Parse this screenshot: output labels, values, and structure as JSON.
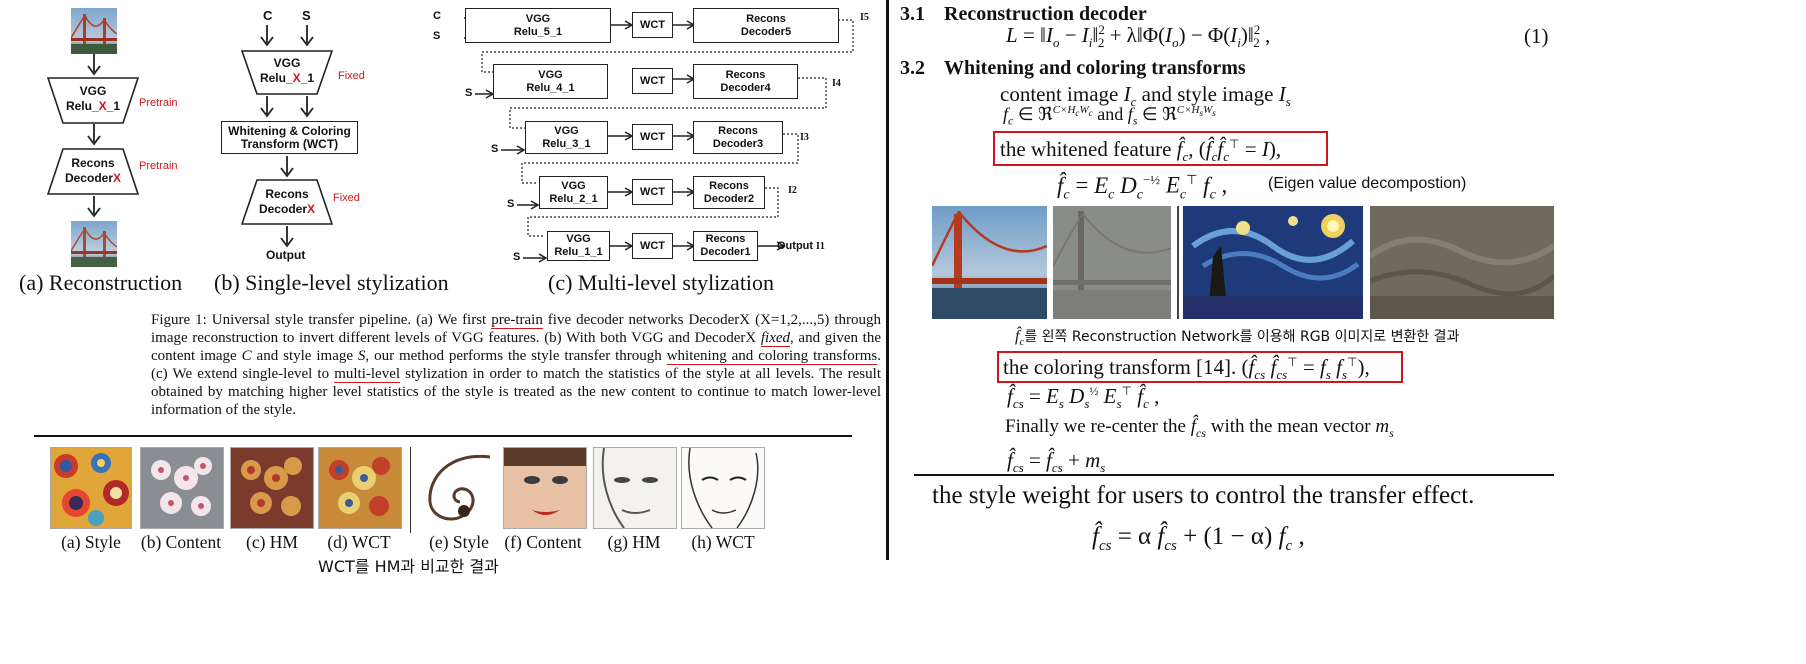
{
  "diagram_a": {
    "vgg_line1": "VGG",
    "vgg_prefix": "Relu_",
    "vgg_x": "X",
    "vgg_suffix": "_1",
    "pretrain1": "Pretrain",
    "recons_line1": "Recons",
    "recons_prefix": "Decoder",
    "recons_x": "X",
    "pretrain2": "Pretrain",
    "caption": "(a) Reconstruction"
  },
  "diagram_b": {
    "c_label": "C",
    "s_label": "S",
    "vgg_line1": "VGG",
    "vgg_prefix": "Relu_",
    "vgg_x": "X",
    "vgg_suffix": "_1",
    "fixed1": "Fixed",
    "wct_line1": "Whitening & Coloring",
    "wct_line2": "Transform (WCT)",
    "recons_line1": "Recons",
    "recons_prefix": "Decoder",
    "recons_x": "X",
    "fixed2": "Fixed",
    "output": "Output",
    "caption": "(b) Single-level stylization"
  },
  "diagram_c": {
    "c_label": "C",
    "s_label": "S",
    "rows": [
      {
        "vgg1": "VGG",
        "vgg2": "Relu_5_1",
        "wct": "WCT",
        "rec1": "Recons",
        "rec2": "Decoder5",
        "out": "I5"
      },
      {
        "vgg1": "VGG",
        "vgg2": "Relu_4_1",
        "wct": "WCT",
        "rec1": "Recons",
        "rec2": "Decoder4",
        "out": "I4"
      },
      {
        "vgg1": "VGG",
        "vgg2": "Relu_3_1",
        "wct": "WCT",
        "rec1": "Recons",
        "rec2": "Decoder3",
        "out": "I3"
      },
      {
        "vgg1": "VGG",
        "vgg2": "Relu_2_1",
        "wct": "WCT",
        "rec1": "Recons",
        "rec2": "Decoder2",
        "out": "I2"
      },
      {
        "vgg1": "VGG",
        "vgg2": "Relu_1_1",
        "wct": "WCT",
        "rec1": "Recons",
        "rec2": "Decoder1",
        "out": "I1"
      }
    ],
    "output": "Output",
    "caption": "(c) Multi-level stylization"
  },
  "figure_caption": {
    "p1": "Figure 1: Universal style transfer pipeline. (a) We first ",
    "u1": "pre-train",
    "p2": " five decoder networks DecoderX (X=1,2,...,5) through image reconstruction to invert different levels of VGG features. (b) With both VGG and DecoderX ",
    "u2": "fixed",
    "p3": ", and given the content image ",
    "c": "C",
    "p4": " and style image ",
    "s": "S",
    "p5": ", our method performs the style transfer through ",
    "u3": "whitening and coloring transforms",
    "p6": ". (c) We extend single-level to ",
    "u4": "multi-level",
    "p7": " stylization in order to match the statistics of the style at all levels. The result obtained by matching higher level statistics of the style is treated as the new content to continue to match lower-level information of the style."
  },
  "comparison": {
    "labels": [
      "(a) Style",
      "(b) Content",
      "(c) HM",
      "(d) WCT",
      "(e) Style",
      "(f) Content",
      "(g) HM",
      "(h) WCT"
    ],
    "korean_caption": "WCT를 HM과 비교한 결과"
  },
  "right": {
    "sec31_num": "3.1",
    "sec31_title": "Reconstruction decoder",
    "eq1_number": "(1)",
    "sec32_num": "3.2",
    "sec32_title": "Whitening and coloring transforms",
    "content_line_a": "content image ",
    "content_line_b": " and style image ",
    "and_word": " and ",
    "whitened_text": "the whitened feature ",
    "eigen_note": "(Eigen value decompostion)",
    "korean_note": "를 왼쪽 Reconstruction Network를 이용해 RGB 이미지로 변환한 결과",
    "coloring_text": "the coloring transform [14].",
    "recenter_a": "Finally we re-center the ",
    "recenter_b": " with the mean  vector ",
    "style_weight": "the style weight for users to control the transfer effect."
  },
  "colors": {
    "accent_red": "#d0161c",
    "text": "#111111"
  }
}
